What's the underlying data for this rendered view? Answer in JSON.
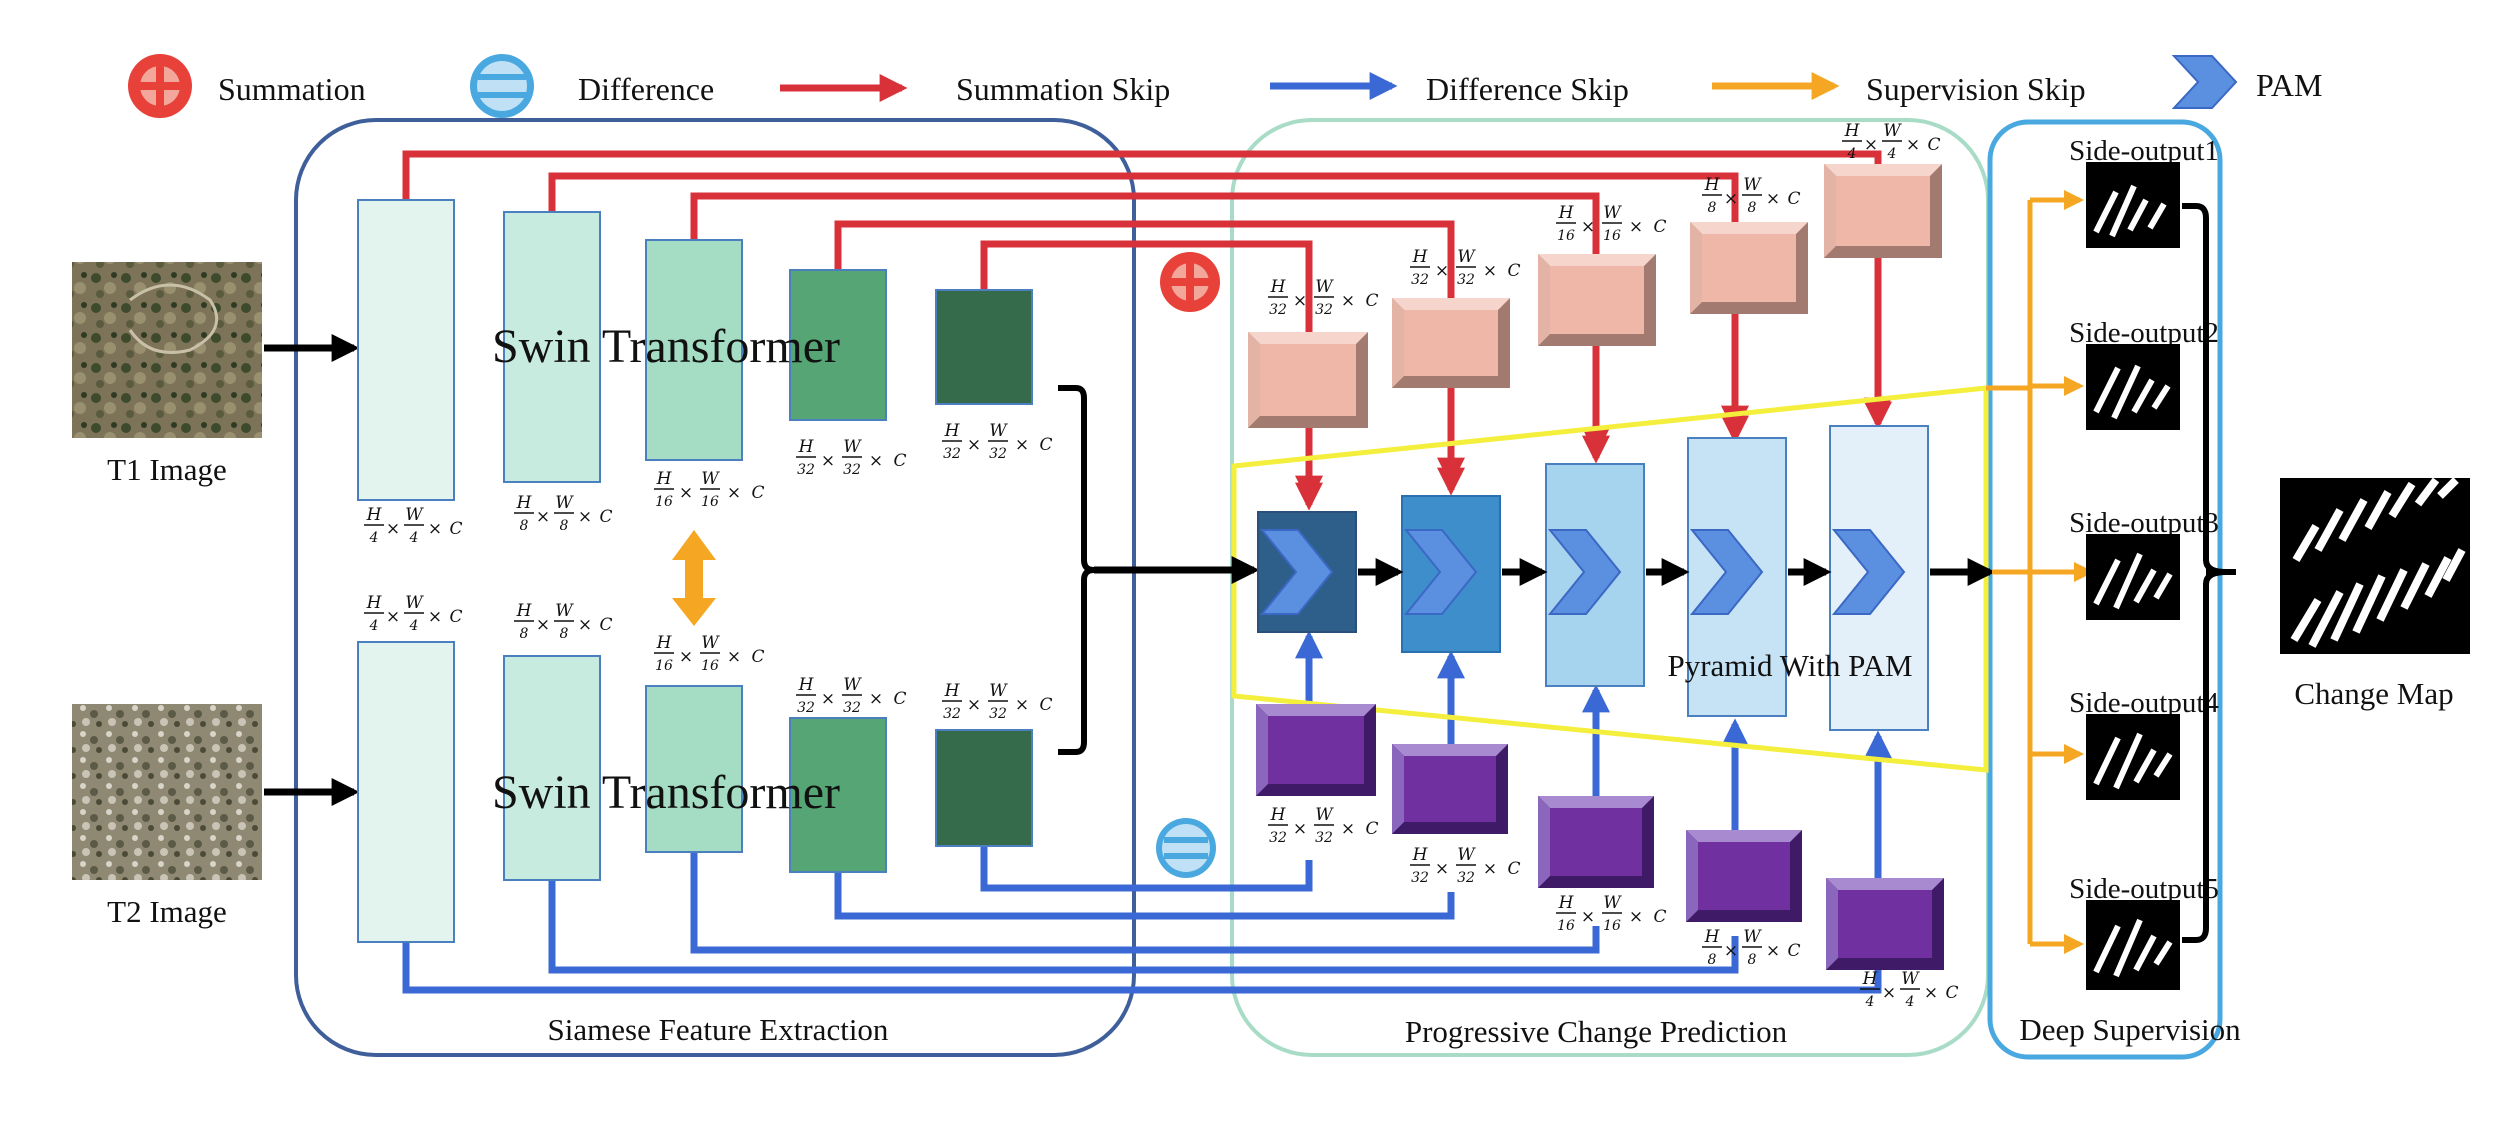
{
  "legend": {
    "summation": "Summation",
    "difference": "Difference",
    "summation_skip": "Summation Skip",
    "difference_skip": "Difference Skip",
    "supervision_skip": "Supervision Skip",
    "pam": "PAM"
  },
  "inputs": {
    "t1": "T1 Image",
    "t2": "T2 Image"
  },
  "encoder": {
    "name": "Swin Transformer",
    "section": "Siamese Feature Extraction",
    "dims": {
      "s4": [
        "H",
        "4",
        "W",
        "4",
        "C"
      ],
      "s8": [
        "H",
        "8",
        "W",
        "8",
        "C"
      ],
      "s16": [
        "H",
        "16",
        "W",
        "16",
        "C"
      ],
      "s32": [
        "H",
        "32",
        "W",
        "32",
        "C"
      ]
    }
  },
  "decoder": {
    "section": "Progressive Change Prediction",
    "pyramid": "Pyramid With PAM"
  },
  "supervision": {
    "section": "Deep Supervision",
    "side_outputs": [
      "Side-output1",
      "Side-output2",
      "Side-output3",
      "Side-output4",
      "Side-output5"
    ],
    "result": "Change Map"
  },
  "colors": {
    "summation_skip": "#d9313a",
    "difference_skip": "#3a68d4",
    "supervision_skip": "#f5a623",
    "siamese_border": "#3f5f9a",
    "progressive_border": "#a8dcc6",
    "deep_border": "#4aa8e0",
    "pyramid_outline": "#f4ef3c",
    "pam_glyph": "#5b8fe0",
    "sum_block": "#efb7a7",
    "diff_block": "#7030a0"
  },
  "icons": {
    "summation": "circle-plus-icon",
    "difference": "circle-minus-icon",
    "pam": "chevron-pam-icon"
  }
}
